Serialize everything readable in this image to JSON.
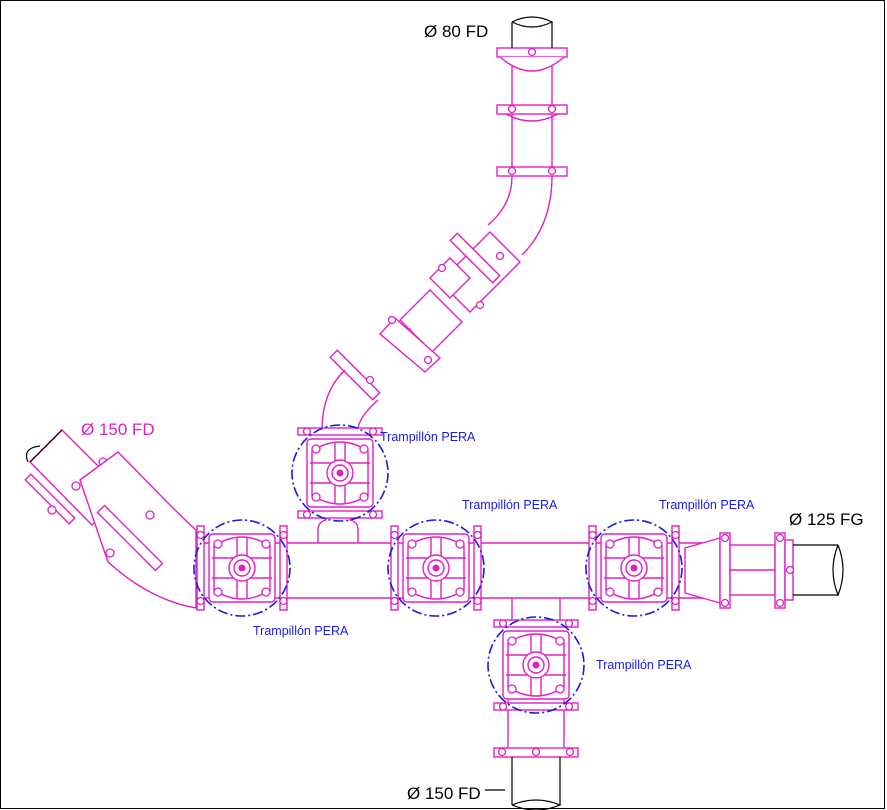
{
  "pipes": {
    "top": "Ø 80 FD",
    "left": "Ø 150 FD",
    "right": "Ø 125 FG",
    "bottom": "Ø 150 FD"
  },
  "valves": {
    "upper": "Trampillón PERA",
    "middle": "Trampillón PERA",
    "right": "Trampillón PERA",
    "left": "Trampillón PERA",
    "bottom": "Trampillón PERA"
  },
  "colors": {
    "pipework": "#e020c0",
    "valve_outline": "#1a1ae0",
    "pipe_ends": "#000000"
  }
}
